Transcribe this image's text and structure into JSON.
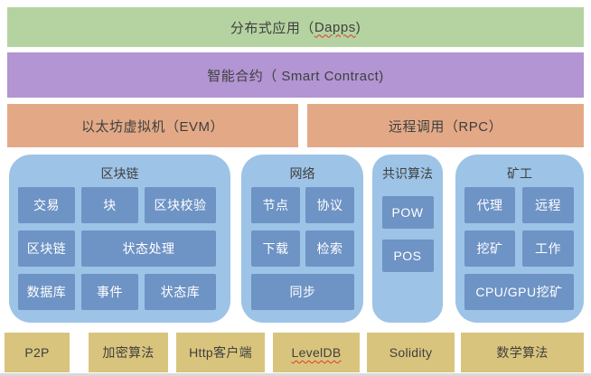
{
  "colors": {
    "dapps_green": "#b5d3a1",
    "smart_contract_purple": "#b295d2",
    "evm_rpc_orange": "#e3a987",
    "panel_light_blue": "#9dc3e6",
    "inner_box_blue": "#6e93c5",
    "bottom_bar_tan": "#d9c47d",
    "spellcheck_red": "#e0392e",
    "text_dark": "#3f3f3f",
    "text_light": "#ffffff"
  },
  "layers": {
    "dapps": {
      "prefix": "分布式应用（ ",
      "underlined_word": "Dapps",
      "suffix": ")"
    },
    "smart_contract": {
      "label": "智能合约（ Smart Contract)"
    },
    "evm": {
      "label": "以太坊虚拟机（EVM）"
    },
    "rpc": {
      "label": "远程调用（RPC）"
    }
  },
  "panels": {
    "blockchain": {
      "title": "区块链",
      "boxes": {
        "transaction": "交易",
        "block": "块",
        "block_validation": "区块校验",
        "blockchain": "区块链",
        "state_processing": "状态处理",
        "database": "数据库",
        "event": "事件",
        "state_db": "状态库"
      }
    },
    "network": {
      "title": "网络",
      "boxes": {
        "node": "节点",
        "protocol": "协议",
        "download": "下载",
        "retrieval": "检索",
        "sync": "同步"
      }
    },
    "consensus": {
      "title": "共识算法",
      "boxes": {
        "pow": "POW",
        "pos": "POS"
      }
    },
    "miner": {
      "title": "矿工",
      "boxes": {
        "agent": "代理",
        "remote": "远程",
        "mining": "挖矿",
        "work": "工作",
        "cpu_gpu_mining": "CPU/GPU挖矿"
      }
    }
  },
  "bottom_bars": {
    "p2p": "P2P",
    "crypto_algorithms": "加密算法",
    "http_client": "Http客户端",
    "leveldb": "LevelDB",
    "solidity": "Solidity",
    "math_algorithms": "数学算法"
  }
}
